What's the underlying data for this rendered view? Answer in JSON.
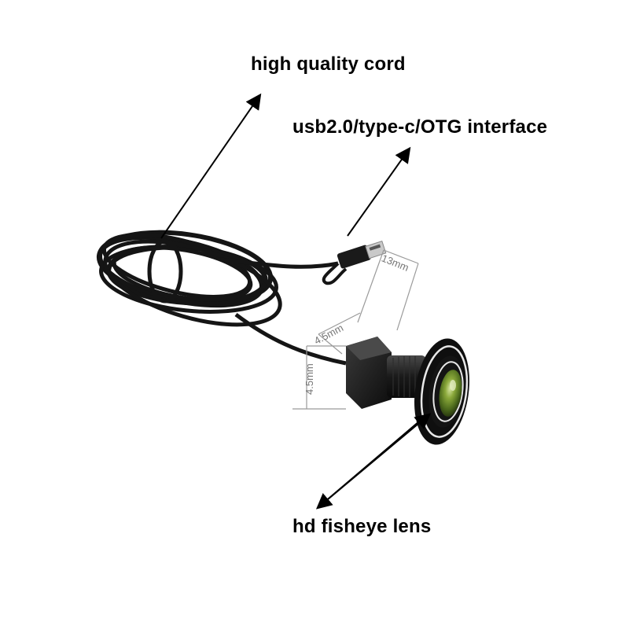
{
  "labels": {
    "cord": "high quality cord",
    "usb": "usb2.0/type-c/OTG interface",
    "lens": "hd fisheye lens"
  },
  "dimensions": {
    "length": "13mm",
    "width": "4.5mm",
    "height": "4.5mm"
  },
  "colors": {
    "background": "#ffffff",
    "cable": "#1a1a1a",
    "label_text": "#000000",
    "dimension_lines": "#9a9a9a",
    "lens_glass": "#6f8f2a"
  }
}
